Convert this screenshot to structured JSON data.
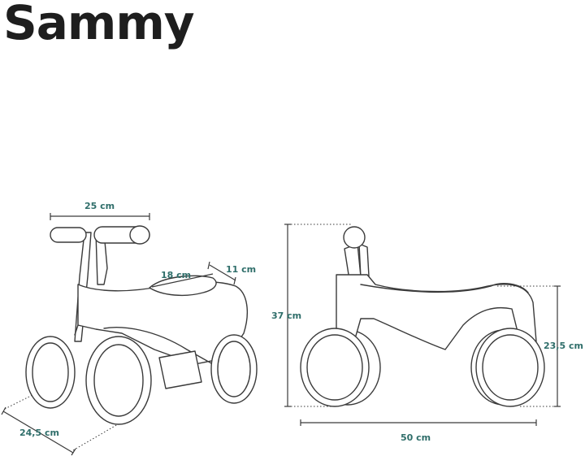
{
  "title": "Sammy",
  "colors": {
    "title": "#1e1e1e",
    "dimension_text": "#2f6e6a",
    "outline": "#3a3a3a"
  },
  "dimensions": {
    "handlebar_width": "25 cm",
    "seat_length": "18 cm",
    "seat_width": "11 cm",
    "wheelbase_width": "24,5 cm",
    "total_height": "37 cm",
    "seat_height": "23,5 cm",
    "total_length": "50 cm"
  }
}
